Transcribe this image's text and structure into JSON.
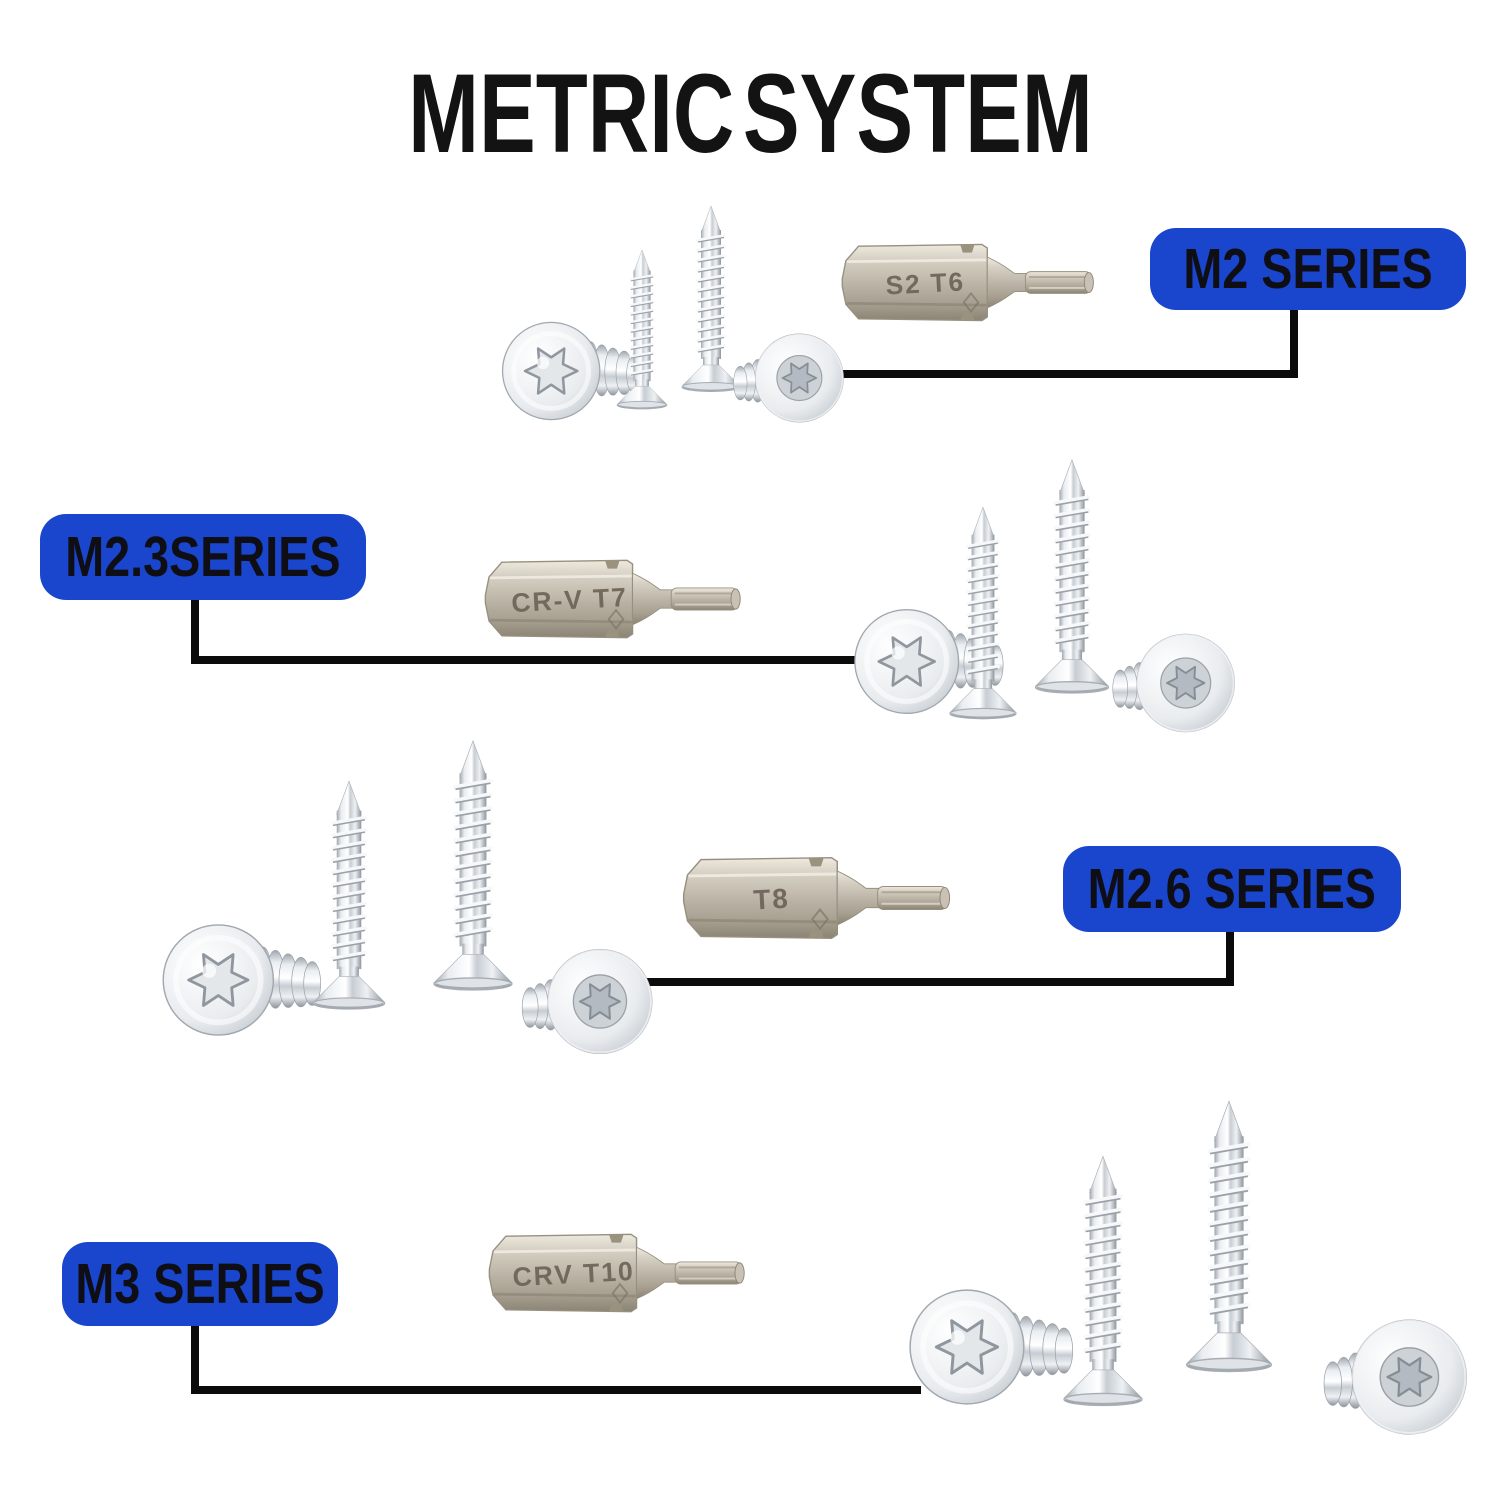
{
  "title": "METRIC SYSTEM",
  "series": [
    {
      "name": "M2",
      "label": "M2 SERIES",
      "bit_marking": "S2 T6"
    },
    {
      "name": "M2.3",
      "label": "M2.3SERIES",
      "bit_marking": "CR-V T7"
    },
    {
      "name": "M2.6",
      "label": "M2.6 SERIES",
      "bit_marking": "T8"
    },
    {
      "name": "M3",
      "label": "M3 SERIES",
      "bit_marking": "CRV T10"
    }
  ],
  "colors": {
    "background": "#ffffff",
    "label_bg": "#1a46cd",
    "label_text": "#0e0e14",
    "connector_line": "#0b0b0b",
    "title_text": "#131313",
    "bit_metal": "#b9b2a4",
    "screw_metal": "#d9dde1"
  }
}
